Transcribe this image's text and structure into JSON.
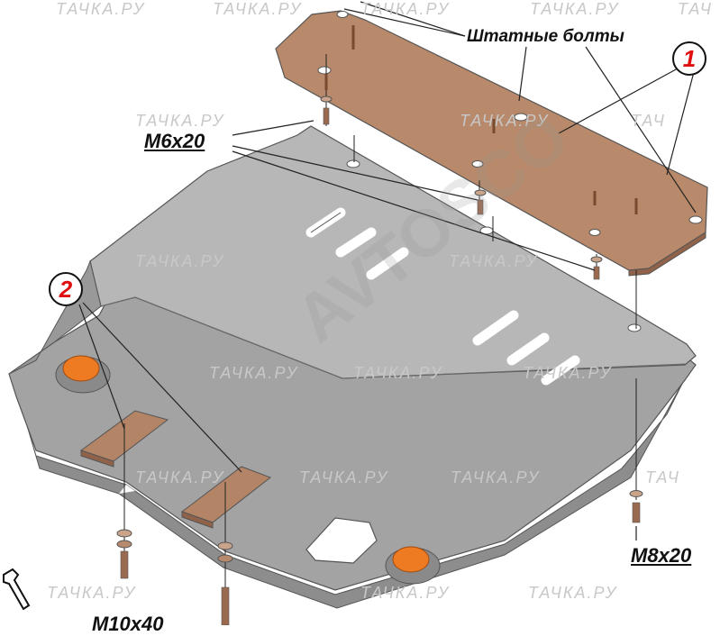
{
  "labels": {
    "standard_bolts": "Штатные болты",
    "m6x20": "M6x20",
    "m8x20": "M8x20",
    "m10x40": "M10x40"
  },
  "callouts": {
    "part_1": "1",
    "part_2": "2"
  },
  "watermarks": {
    "site": "ТАЧКА.РУ",
    "site_partial": "ТАЧ",
    "brand": "AVTOSCO"
  },
  "colors": {
    "shield_fill": "#a3a3a3",
    "shield_light": "#b8b8b8",
    "bracket_fill": "#b8896a",
    "plate_fill": "#b38566",
    "plug_fill": "#ee7b22",
    "label_red": "#e01010",
    "background": "#ffffff"
  },
  "icons": [
    "wrench-icon"
  ]
}
